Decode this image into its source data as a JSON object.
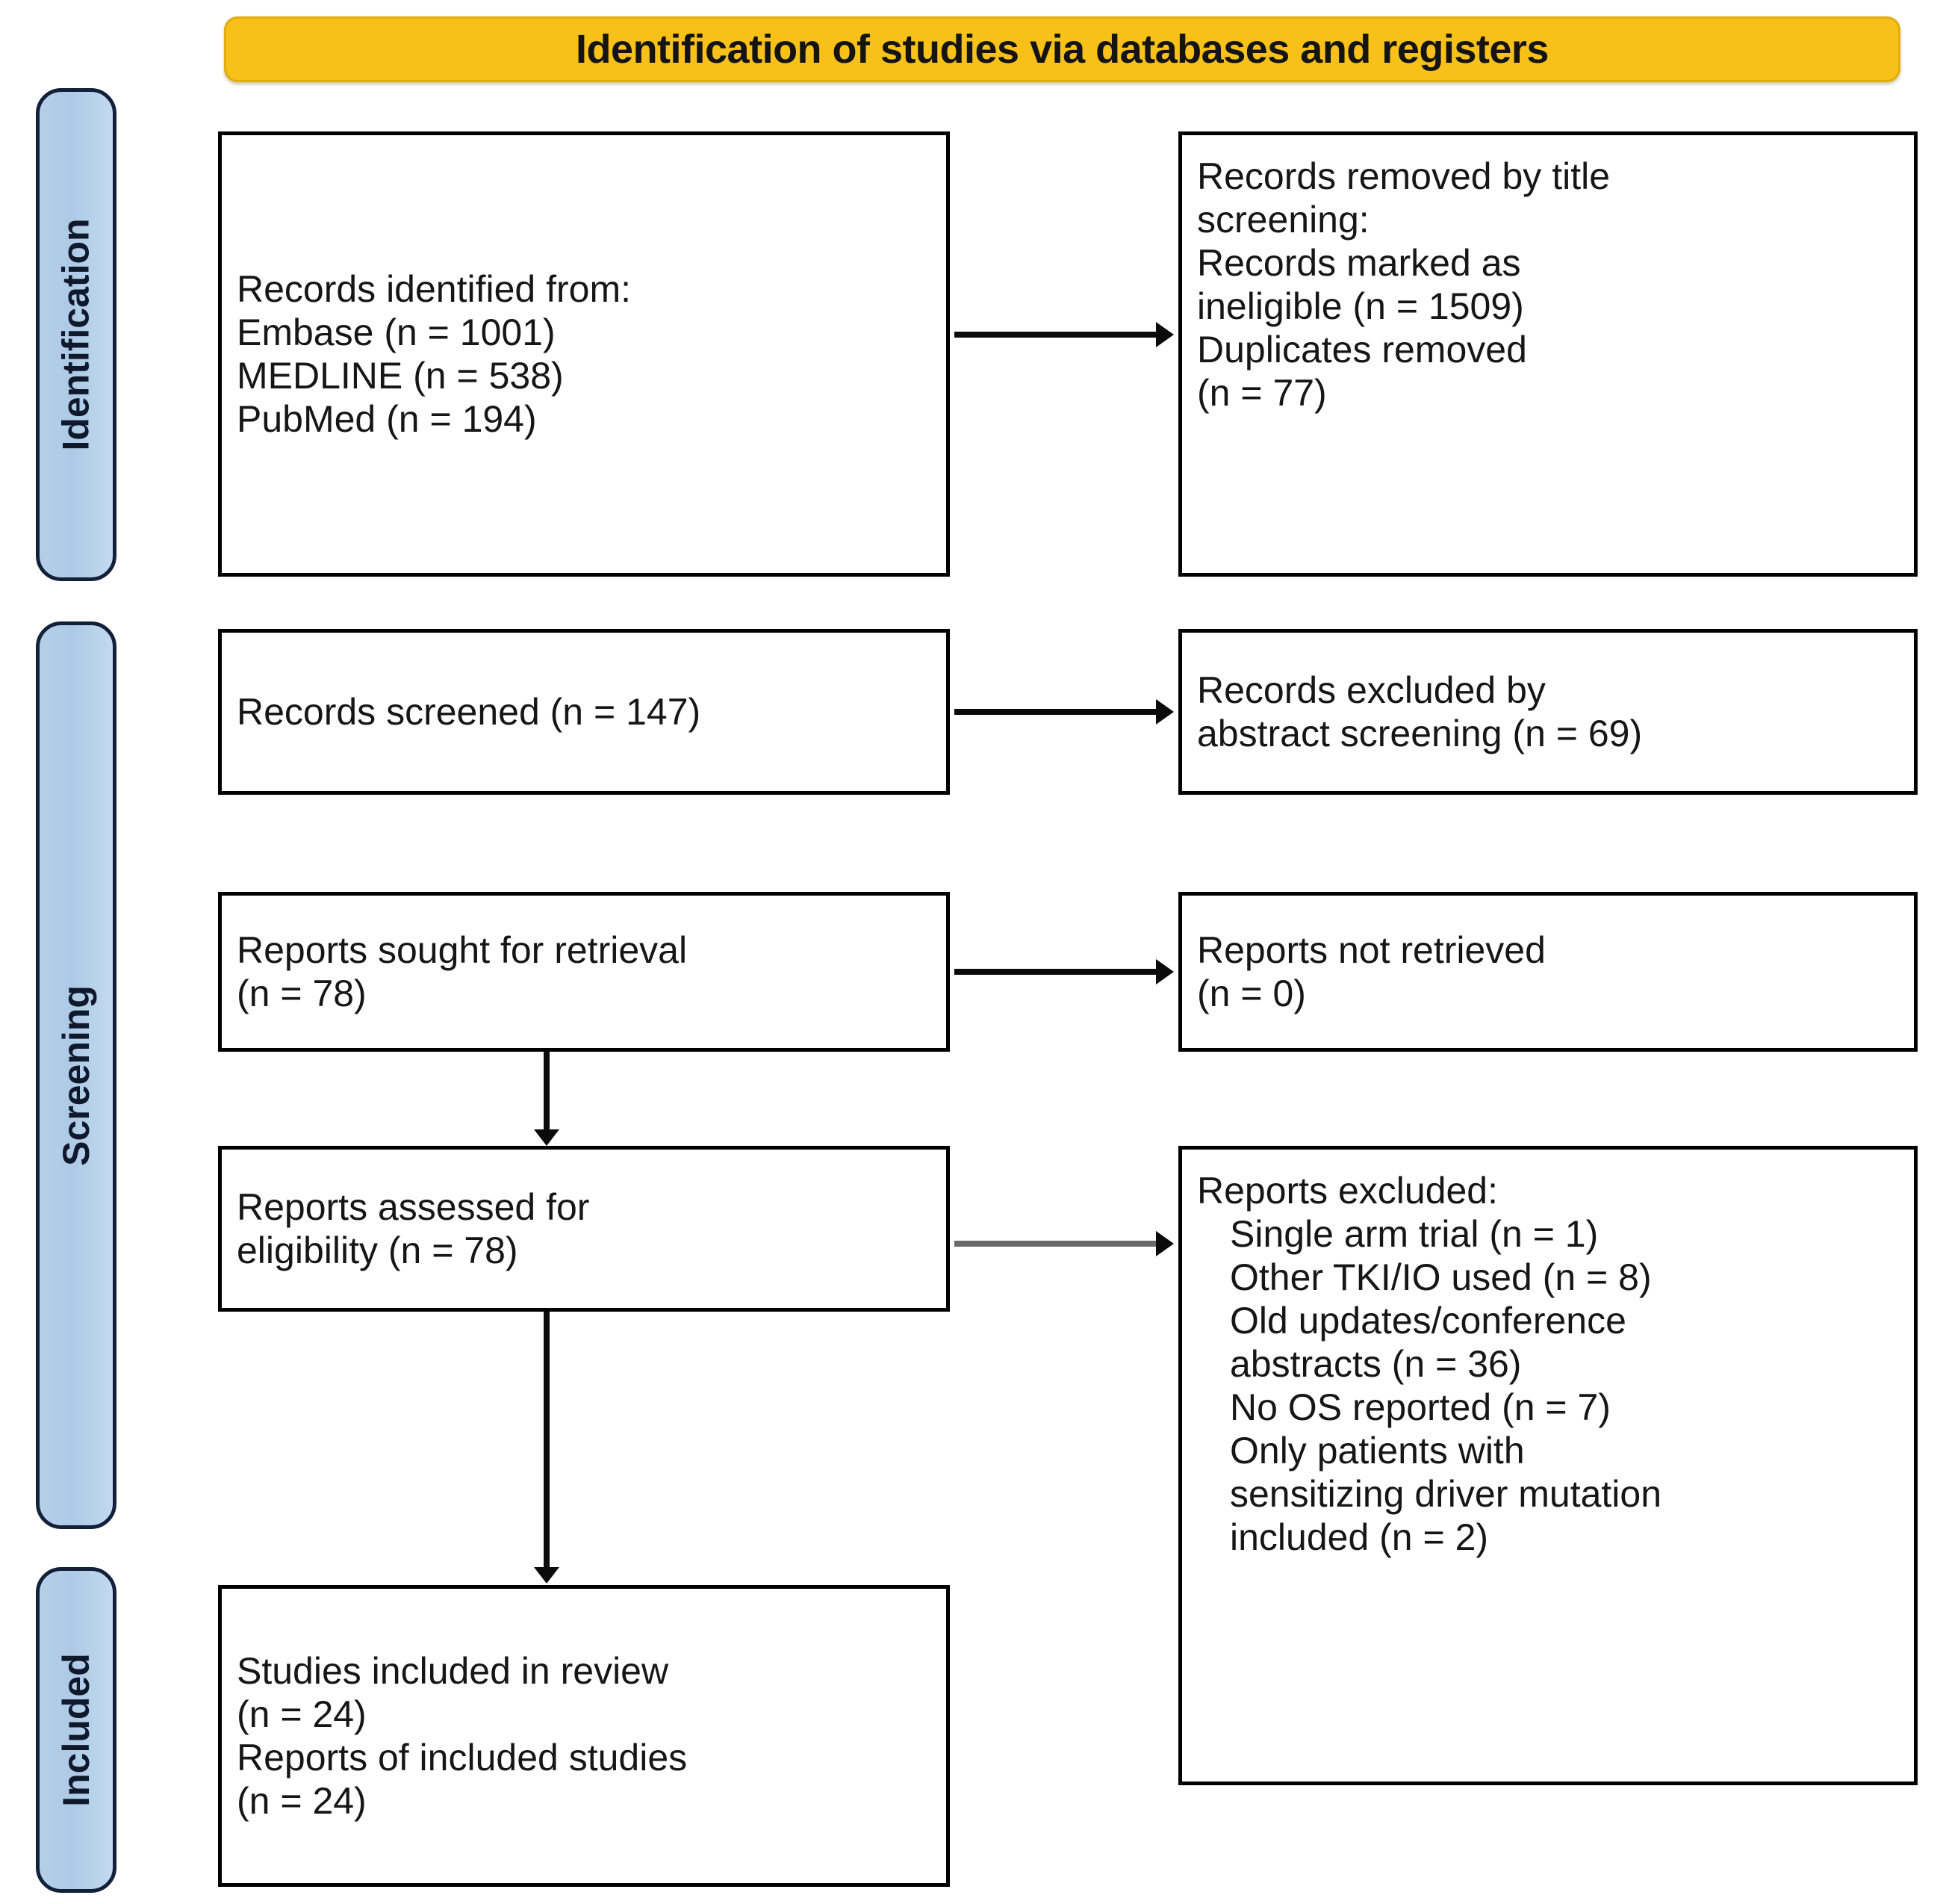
{
  "banner": {
    "title": "Identification of studies via databases and registers"
  },
  "stages": [
    {
      "id": "identification",
      "label": "Identification"
    },
    {
      "id": "screening",
      "label": "Screening"
    },
    {
      "id": "included",
      "label": "Included"
    }
  ],
  "nodes": {
    "records_identified": {
      "name": "records-identified",
      "lines": [
        "Records identified from:",
        "Embase (n = 1001)",
        "MEDLINE (n = 538)",
        "PubMed (n = 194)"
      ]
    },
    "records_removed": {
      "name": "records-removed",
      "lines": [
        "Records removed by title",
        "screening:",
        "Records marked as",
        "ineligible (n = 1509)",
        "Duplicates removed",
        "(n = 77)"
      ]
    },
    "records_screened": {
      "name": "records-screened",
      "lines": [
        "Records screened (n = 147)"
      ]
    },
    "records_excluded": {
      "name": "records-excluded",
      "lines": [
        "Records excluded by",
        "abstract screening (n = 69)"
      ]
    },
    "reports_sought": {
      "name": "reports-sought",
      "lines": [
        "Reports sought for retrieval",
        "(n = 78)"
      ]
    },
    "reports_not_retrieved": {
      "name": "reports-not-retrieved",
      "lines": [
        "Reports not retrieved",
        "(n = 0)"
      ]
    },
    "reports_assessed": {
      "name": "reports-assessed",
      "lines": [
        "Reports assessed for",
        "eligibility (n = 78)"
      ]
    },
    "reports_excluded": {
      "name": "reports-excluded",
      "heading": "Reports excluded:",
      "lines": [
        "Single arm trial (n = 1)",
        "Other TKI/IO used (n = 8)",
        "Old updates/conference",
        "abstracts (n = 36)",
        "No OS reported (n = 7)",
        "Only patients with",
        "sensitizing driver mutation",
        "included (n = 2)"
      ]
    },
    "studies_included": {
      "name": "studies-included",
      "lines": [
        "Studies included in review",
        "(n = 24)",
        "Reports of included studies",
        "(n = 24)"
      ]
    }
  },
  "colors": {
    "banner_fill": "#f7c11a",
    "rail_fill": "#b5cfe8",
    "rail_border": "#12203a",
    "box_border": "#000000",
    "arrow": "#0b0b0b",
    "arrow_gray": "#6a6a6a"
  }
}
